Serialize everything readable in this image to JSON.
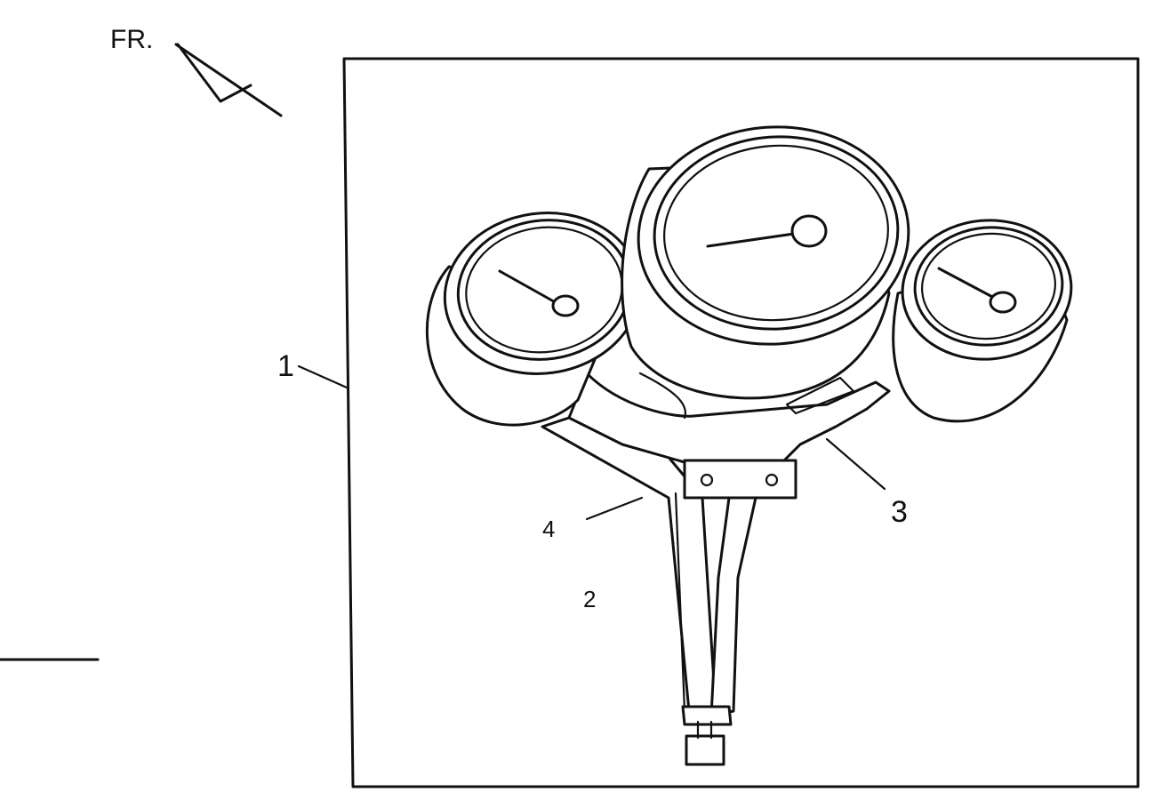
{
  "direction": {
    "label": "FR."
  },
  "callouts": [
    {
      "id": "1",
      "text": "1"
    },
    {
      "id": "2",
      "text": "2"
    },
    {
      "id": "3",
      "text": "3"
    },
    {
      "id": "4",
      "text": "4"
    }
  ],
  "colors": {
    "line": "#111111",
    "background": "#ffffff"
  }
}
